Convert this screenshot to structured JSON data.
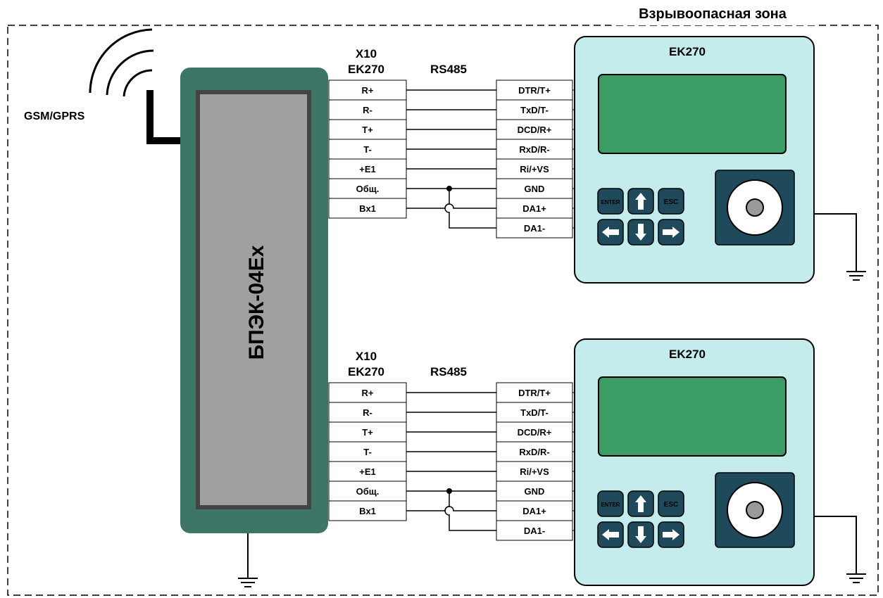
{
  "zone_label": "Взрывоопасная зона",
  "gsm_label": "GSM/GPRS",
  "main_unit": {
    "label": "БПЭК-04Ex",
    "body_color": "#3d7566",
    "panel_color": "#a0a0a0"
  },
  "colors": {
    "device_body": "#c4ecec",
    "lcd": "#3c9c66",
    "key": "#1e4a5c",
    "wire": "#000000"
  },
  "interfaces": [
    {
      "x10_label": "X10",
      "ek270_label": "EK270",
      "bus_label": "RS485",
      "left_terminals": [
        "R+",
        "R-",
        "T+",
        "T-",
        "+E1",
        "Общ.",
        "Bx1"
      ],
      "right_terminals": [
        "DTR/T+",
        "TxD/T-",
        "DCD/R+",
        "RxD/R-",
        "Ri/+VS",
        "GND",
        "DA1+",
        "DA1-"
      ],
      "device": {
        "title": "EK270",
        "key_enter": "ENTER",
        "key_esc": "ESC",
        "icons": [
          "arrow-up-icon",
          "arrow-left-icon",
          "arrow-down-icon",
          "arrow-right-icon"
        ]
      }
    },
    {
      "x10_label": "X10",
      "ek270_label": "EK270",
      "bus_label": "RS485",
      "left_terminals": [
        "R+",
        "R-",
        "T+",
        "T-",
        "+E1",
        "Общ.",
        "Bx1"
      ],
      "right_terminals": [
        "DTR/T+",
        "TxD/T-",
        "DCD/R+",
        "RxD/R-",
        "Ri/+VS",
        "GND",
        "DA1+",
        "DA1-"
      ],
      "device": {
        "title": "EK270",
        "key_enter": "ENTER",
        "key_esc": "ESC",
        "icons": [
          "arrow-up-icon",
          "arrow-left-icon",
          "arrow-down-icon",
          "arrow-right-icon"
        ]
      }
    }
  ]
}
